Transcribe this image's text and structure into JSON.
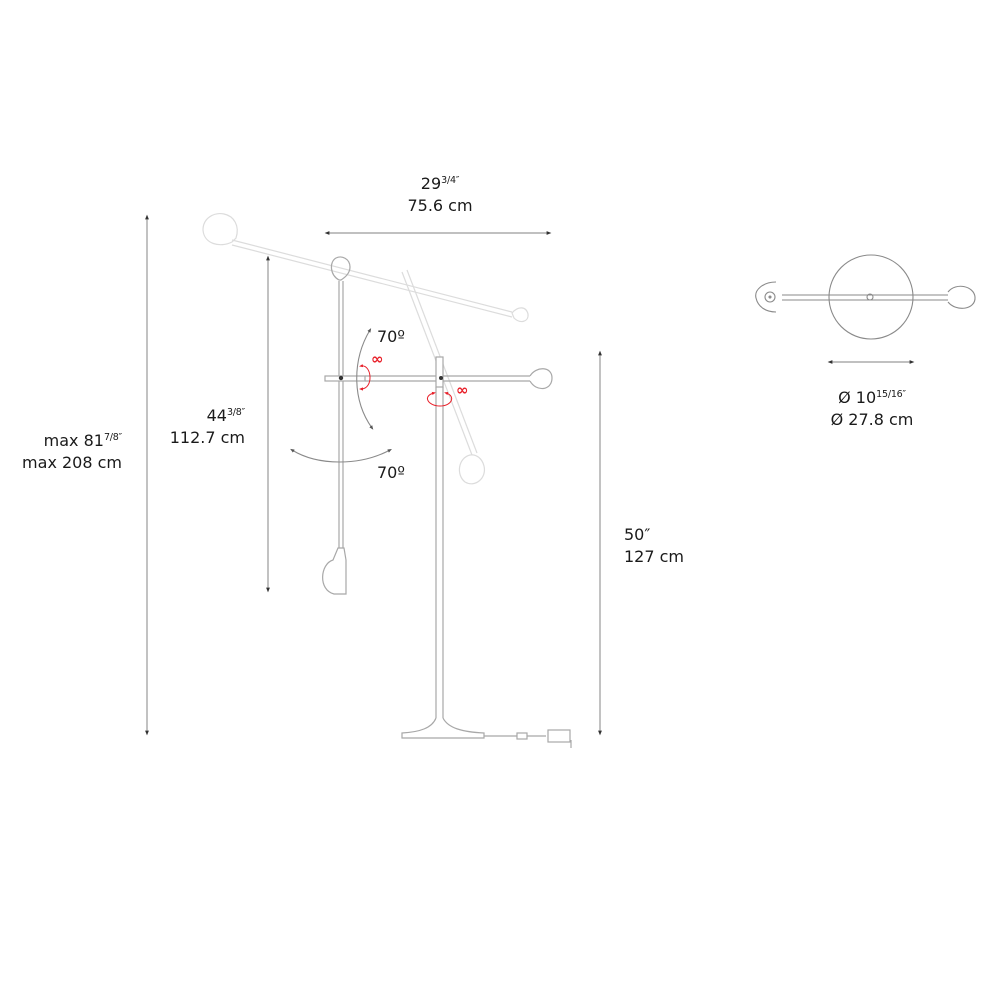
{
  "diagram": {
    "title": "Floor lamp dimension drawing",
    "colors": {
      "line": "#b8b8b8",
      "dim_line": "#9a9a9a",
      "ghost": "#dedede",
      "text": "#1a1a1a",
      "rotation": "#e8202a"
    },
    "dimensions": {
      "arm_width": {
        "inch_whole": "29",
        "inch_frac": "3/4",
        "inch_mark": "″",
        "cm": "75.6 cm"
      },
      "max_height": {
        "prefix": "max",
        "inch_whole": "81",
        "inch_frac": "7/8",
        "inch_mark": "″",
        "cm": "max 208 cm"
      },
      "stem_height": {
        "inch_whole": "44",
        "inch_frac": "3/8",
        "inch_mark": "″",
        "cm": "112.7 cm"
      },
      "column_height": {
        "inch": "50″",
        "cm": "127 cm"
      },
      "base_diameter": {
        "symbol": "Ø",
        "inch_whole": "10",
        "inch_frac": "15/16",
        "inch_mark": "″",
        "cm": "Ø 27.8 cm"
      }
    },
    "angles": {
      "upper": "70º",
      "lower": "70º"
    },
    "rotation_marks": {
      "arm_joint": "∞",
      "column_joint": "∞"
    },
    "views": [
      "side-view",
      "top-view"
    ]
  }
}
